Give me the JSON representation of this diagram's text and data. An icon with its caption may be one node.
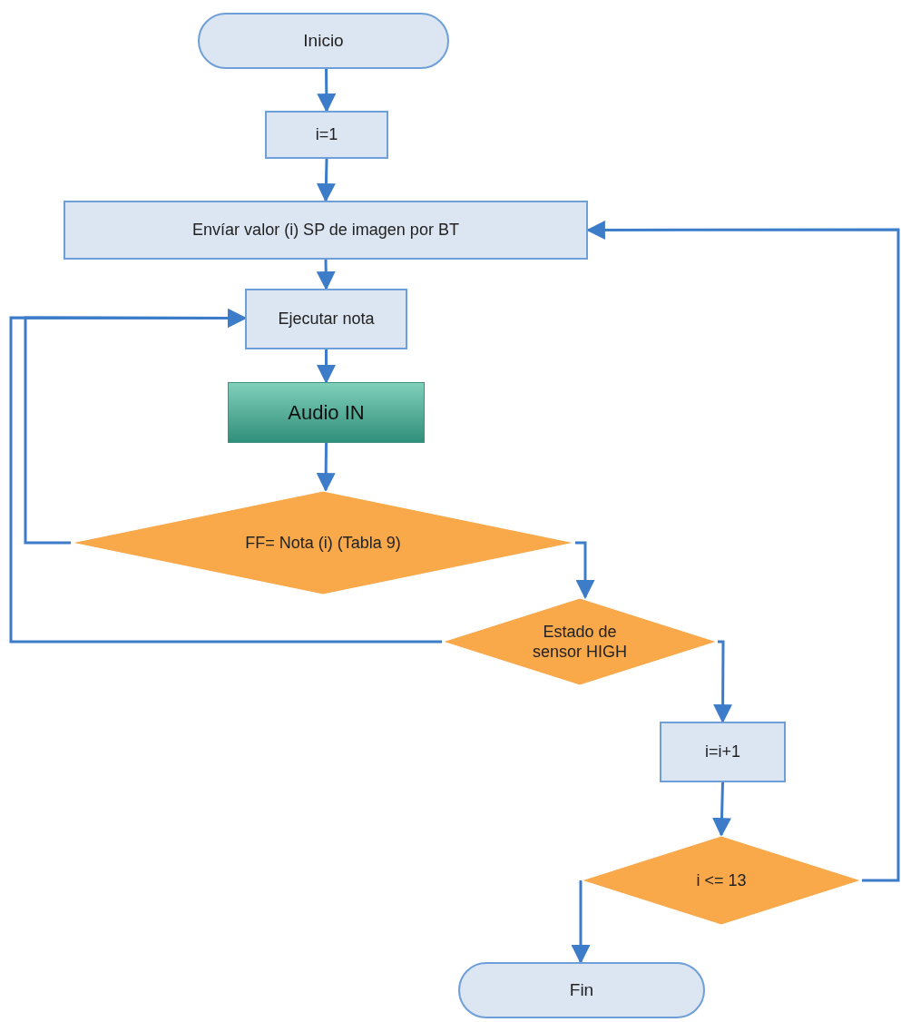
{
  "diagram": {
    "nodes": [
      {
        "text": [
          "Inicio"
        ]
      },
      {
        "text": [
          "i=1"
        ]
      },
      {
        "text": [
          "Envíar valor (i) SP de imagen por BT"
        ]
      },
      {
        "text": [
          "Ejecutar nota"
        ]
      },
      {
        "text": [
          "Audio IN"
        ]
      },
      {
        "text": [
          "FF= Nota (i) (Tabla 9)"
        ]
      },
      {
        "text": [
          "Estado de sensor HIGH"
        ]
      },
      {
        "text": [
          "i=i+1"
        ]
      },
      {
        "text": [
          "i <= 13"
        ]
      },
      {
        "text": [
          "Fin"
        ]
      }
    ],
    "edges": [
      {
        "from": 0,
        "to": 1,
        "arrow": "to"
      },
      {
        "from": 1,
        "to": 2,
        "arrow": "to"
      },
      {
        "from": 2,
        "to": 3,
        "arrow": "to"
      },
      {
        "from": 3,
        "to": 4,
        "arrow": "to"
      },
      {
        "from": 4,
        "to": 5,
        "arrow": "to"
      },
      {
        "from": 5,
        "to": 3,
        "arrow": "to"
      },
      {
        "from": 5,
        "to": 6,
        "arrow": "to"
      },
      {
        "from": 6,
        "to": 3,
        "arrow": "to"
      },
      {
        "from": 6,
        "to": 7,
        "arrow": "to"
      },
      {
        "from": 7,
        "to": 8,
        "arrow": "to"
      },
      {
        "from": 8,
        "to": 2,
        "arrow": "to"
      },
      {
        "from": 8,
        "to": 9,
        "arrow": "to"
      }
    ]
  }
}
